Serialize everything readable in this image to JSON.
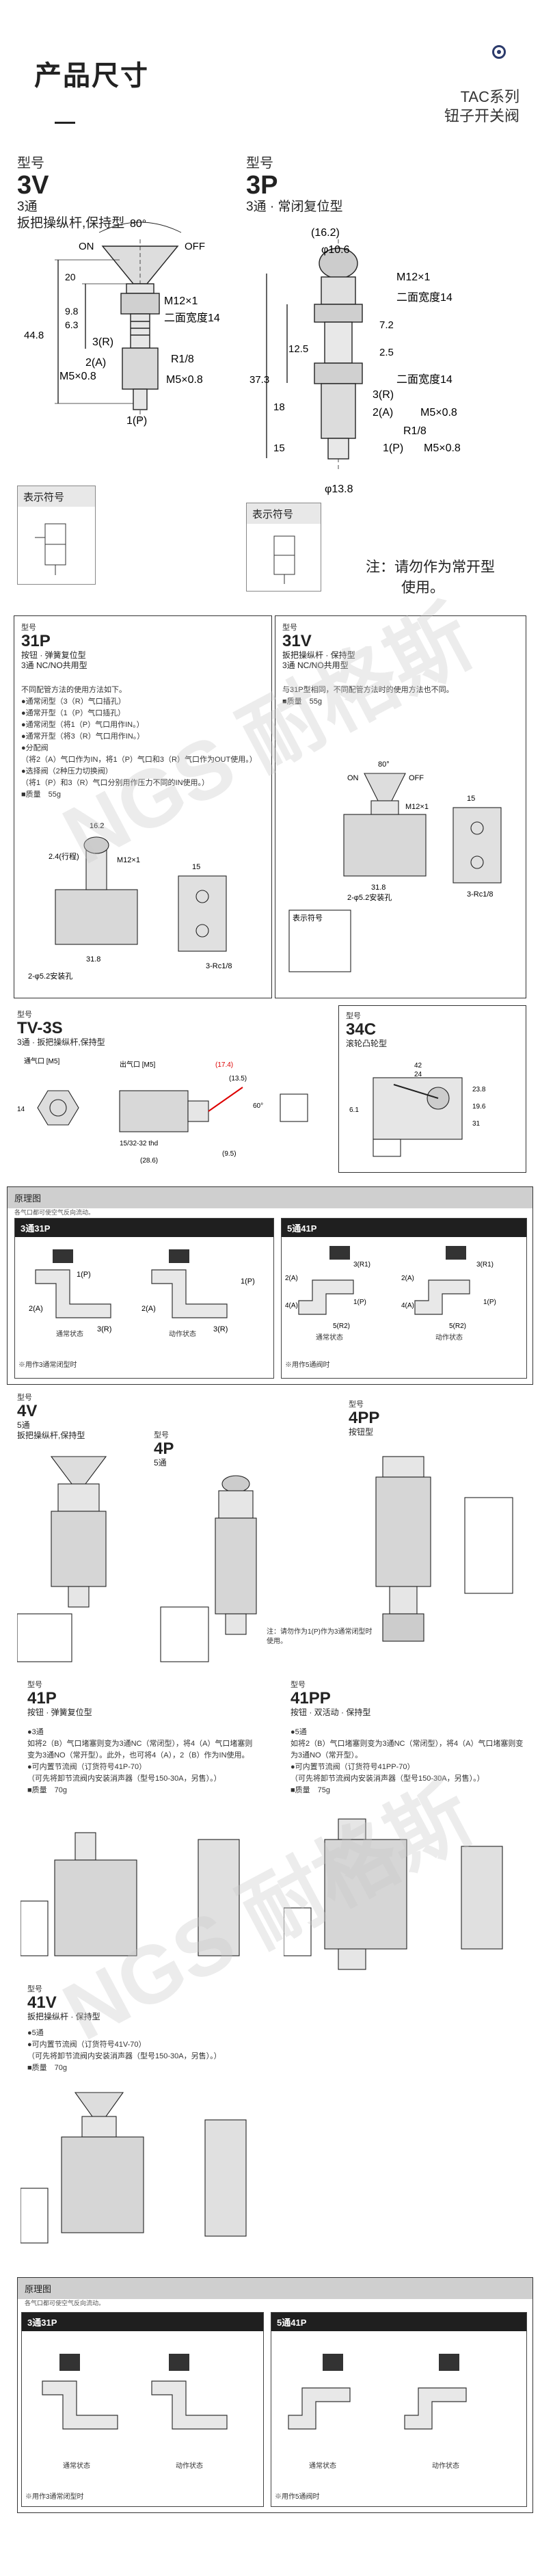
{
  "header": {
    "title": "产品尺寸",
    "series_line1": "TAC系列",
    "series_line2": "钮子开关阀"
  },
  "m3v": {
    "label": "型号",
    "code": "3V",
    "desc1": "3通",
    "desc2": "扳把操纵杆,保持型",
    "dims": {
      "angle": "80°",
      "on": "ON",
      "off": "OFF",
      "thread": "M12×1",
      "flat": "二面宽度14",
      "port3": "3(R)",
      "port2": "2(A)",
      "m5": "M5×0.8",
      "r18": "R1/8",
      "m5b": "M5×0.8",
      "port1": "1(P)",
      "d448": "44.8",
      "d20": "20",
      "d98": "9.8",
      "d63": "6.3"
    }
  },
  "m3p": {
    "label": "型号",
    "code": "3P",
    "desc1": "3通 · 常闭复位型",
    "dims": {
      "d162": "(16.2)",
      "d106": "φ10.6",
      "thread": "M12×1",
      "flat": "二面宽度14",
      "d125": "12.5",
      "d72": "7.2",
      "d25": "2.5",
      "flat2": "二面宽度14",
      "port3": "3(R)",
      "port2": "2(A)",
      "m5": "M5×0.8",
      "r18": "R1/8",
      "port1": "1(P)",
      "m5b": "M5×0.8",
      "d138": "φ13.8",
      "d373": "37.3",
      "d18": "18",
      "d15": "15"
    }
  },
  "sym3v": {
    "title": "表示符号"
  },
  "sym3p": {
    "title": "表示符号"
  },
  "note3p": {
    "line1": "注：请勿作为常开型",
    "line2": "使用。"
  },
  "m31p": {
    "label": "型号",
    "code": "31P",
    "desc1": "按钮 · 弹簧复位型",
    "desc2": "3通 NC/NO共用型",
    "text": [
      "不同配管方法的使用方法如下。",
      "●通常闭型（3（R）气口插孔）",
      "●通常开型（1（P）气口插孔）",
      "●通常闭型（将1（P）气口用作IN。）",
      "●通常开型（将3（R）气口用作IN。）",
      "●分配阀",
      "（将2（A）气口作为IN，将1（P）气口和3（R）气口作为OUT使用。）",
      "●选择阀（2种压力切换阀）",
      "（将1（P）和3（R）气口分别用作压力不同的IN使用。）"
    ],
    "weight": "■质量　55g",
    "dims": {
      "d162": "16.2",
      "d24": "2.4(行程)",
      "m12": "M12×1",
      "d15": "15",
      "d318": "31.8",
      "holes": "2-φ5.2安装孔",
      "p3": "3-Rc1/8"
    }
  },
  "m31v": {
    "label": "型号",
    "code": "31V",
    "desc1": "扳把操纵杆 · 保持型",
    "desc2": "3通 NC/NO共用型",
    "text": [
      "与31P型相同，不同配管方法时的使用方法也不同。"
    ],
    "weight": "■质量　55g",
    "dims": {
      "angle": "80°",
      "on": "ON",
      "off": "OFF",
      "m12": "M12×1",
      "d15": "15",
      "d318": "31.8",
      "holes": "2-φ5.2安装孔",
      "p3": "3-Rc1/8",
      "sym": "表示符号"
    }
  },
  "mtv": {
    "label": "型号",
    "code": "TV-3S",
    "desc1": "3通 · 扳把操纵杆,保持型",
    "dims": {
      "port": "通气口 [M5]",
      "port2": "出气口 [M5]",
      "d174": "(17.4)",
      "d135": "(13.5)",
      "d14": "14",
      "d1532": "15/32-32 thd",
      "d286": "(28.6)",
      "d95": "(9.5)",
      "d60": "60°"
    }
  },
  "m34c": {
    "label": "型号",
    "code": "34C",
    "desc1": "滚轮凸轮型",
    "dims": {
      "d42": "42",
      "d24": "24",
      "d238": "23.8",
      "d196": "19.6",
      "d31": "31",
      "d61": "6.1"
    }
  },
  "principle1": {
    "title": "原理图",
    "sub": "各气口都可使空气反向流动。",
    "left": {
      "bar": "3通31P",
      "normal": "通常状态",
      "action": "动作状态",
      "foot": "※用作3通常闭型时"
    },
    "right": {
      "bar": "5通41P",
      "normal": "通常状态",
      "action": "动作状态",
      "foot": "※用作5通阀时"
    },
    "ports": {
      "p1": "1(P)",
      "p2": "2(A)",
      "p3": "3(R)",
      "p4": "4(A)",
      "p5": "5(R2)",
      "p3b": "3(R1)"
    }
  },
  "m4v": {
    "label": "型号",
    "code": "4V",
    "desc1": "5通",
    "desc2": "扳把操纵杆,保持型"
  },
  "m4p": {
    "label": "型号",
    "code": "4P",
    "desc1": "5通"
  },
  "m4pp": {
    "label": "型号",
    "code": "4PP",
    "desc1": "按钮型"
  },
  "note4p": {
    "text": "注：请勿作为1(P)作为3通常闭型时使用。"
  },
  "m41p": {
    "label": "型号",
    "code": "41P",
    "desc1": "按钮 · 弹簧复位型",
    "text": [
      "●3通",
      "如将2（B）气口堵塞则变为3通NC（常闭型），将4（A）气口堵塞则变为3通NO（常开型）。此外，也可将4（A），2（B）作为IN使用。",
      "●可内置节流阀（订货符号41P-70）",
      "（可先将卸节流阀内安装消声器（型号150-30A，另售）。）"
    ],
    "weight": "■质量　70g"
  },
  "m41pp": {
    "label": "型号",
    "code": "41PP",
    "desc1": "按钮 · 双活动 · 保持型",
    "text": [
      "●5通",
      "如将2（B）气口堵塞则变为3通NC（常闭型），将4（A）气口堵塞则变为3通NO（常开型）。",
      "●可内置节流阀（订货符号41PP-70）",
      "（可先将卸节流阀内安装消声器（型号150-30A，另售）。）"
    ],
    "weight": "■质量　75g"
  },
  "m41v": {
    "label": "型号",
    "code": "41V",
    "desc1": "扳把操纵杆 · 保持型",
    "text": [
      "●5通",
      "●可内置节流阀（订货符号41V-70）",
      "（可先将卸节流阀内安装消声器（型号150-30A，另售）。）"
    ],
    "weight": "■质量　70g"
  },
  "principle2": {
    "title": "原理图",
    "sub": "各气口都可使空气反向流动。",
    "left": {
      "bar": "3通31P",
      "normal": "通常状态",
      "action": "动作状态",
      "foot": "※用作3通常闭型时"
    },
    "right": {
      "bar": "5通41P",
      "normal": "通常状态",
      "action": "动作状态",
      "foot": "※用作5通阀时"
    }
  },
  "watermark": {
    "text": "NGS 耐格斯"
  }
}
